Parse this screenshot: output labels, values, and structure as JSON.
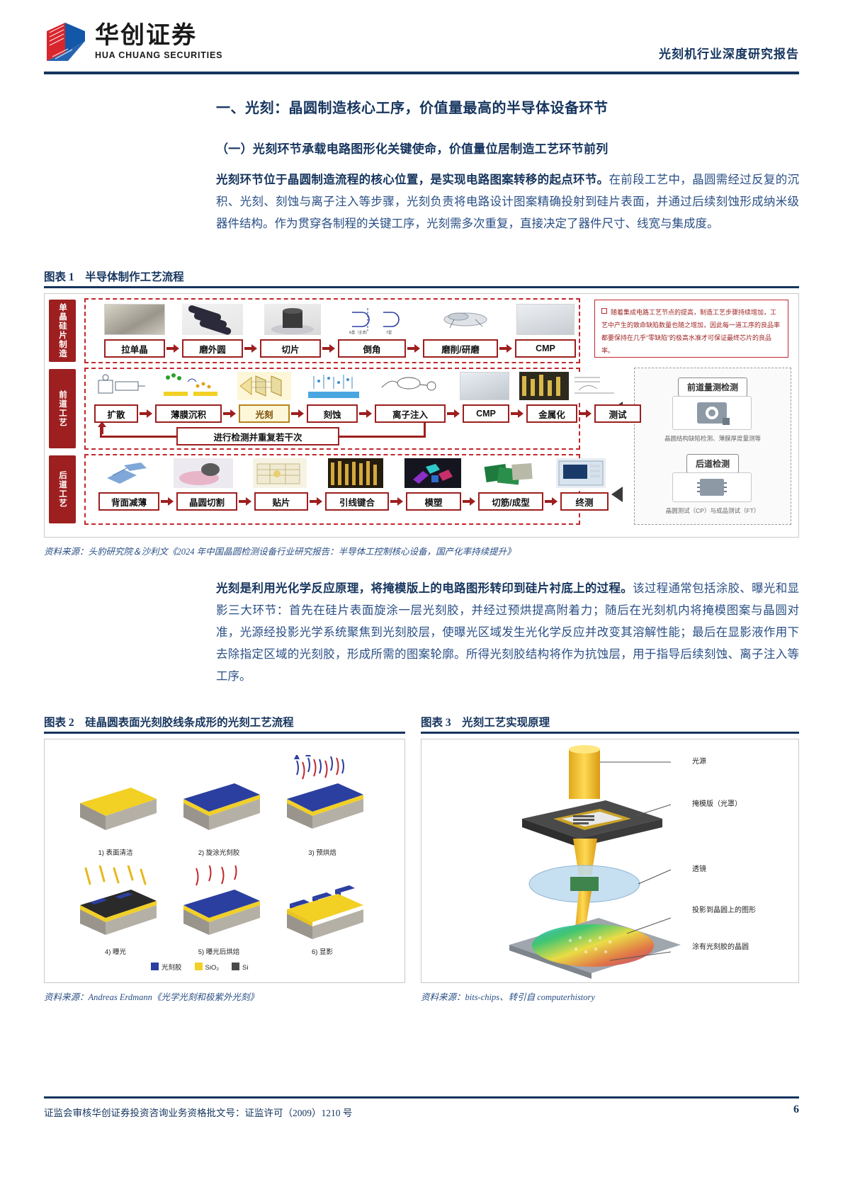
{
  "header": {
    "logo_cn": "华创证券",
    "logo_en": "HUA CHUANG SECURITIES",
    "report_title": "光刻机行业深度研究报告"
  },
  "content": {
    "heading1": "一、光刻：晶圆制造核心工序，价值量最高的半导体设备环节",
    "heading2": "（一）光刻环节承载电路图形化关键使命，价值量位居制造工艺环节前列",
    "paragraph1_bold": "光刻环节位于晶圆制造流程的核心位置，是实现电路图案转移的起点环节。",
    "paragraph1_rest": "在前段工艺中，晶圆需经过反复的沉积、光刻、刻蚀与离子注入等步骤，光刻负责将电路设计图案精确投射到硅片表面，并通过后续刻蚀形成纳米级器件结构。作为贯穿各制程的关键工序，光刻需多次重复，直接决定了器件尺寸、线宽与集成度。",
    "paragraph2_bold": "光刻是利用光化学反应原理，将掩模版上的电路图形转印到硅片衬底上的过程。",
    "paragraph2_rest": "该过程通常包括涂胶、曝光和显影三大环节：首先在硅片表面旋涂一层光刻胶，并经过预烘提高附着力；随后在光刻机内将掩模图案与晶圆对准，光源经投影光学系统聚焦到光刻胶层，使曝光区域发生光化学反应并改变其溶解性能；最后在显影液作用下去除指定区域的光刻胶，形成所需的图案轮廓。所得光刻胶结构将作为抗蚀层，用于指导后续刻蚀、离子注入等工序。"
  },
  "figure1": {
    "caption_no": "图表 1",
    "caption_title": "半导体制作工艺流程",
    "source": "资料来源：头豹研究院＆沙利文《2024 年中国晶圆检测设备行业研究报告：半导体工控制核心设备，国产化率持续提升》",
    "rows": [
      {
        "stage": "单晶硅片制造",
        "steps": [
          "拉单晶",
          "磨外圆",
          "切片",
          "倒角",
          "磨削/研磨",
          "CMP"
        ]
      },
      {
        "stage": "前道工艺",
        "steps": [
          "扩散",
          "薄膜沉积",
          "光刻",
          "刻蚀",
          "离子注入",
          "CMP",
          "金属化",
          "测试"
        ],
        "highlight_step": "光刻",
        "loop_label": "进行检测并重复若干次"
      },
      {
        "stage": "后道工艺",
        "steps": [
          "背面减薄",
          "晶圆切割",
          "贴片",
          "引线键合",
          "模塑",
          "切筋/成型",
          "终测"
        ]
      }
    ],
    "note": "随着集成电路工艺节点的提高，制造工艺步骤持续增加，工艺中产生的致命缺陷数量也随之增加，因此每一道工序的良品率都要保持在几乎“零缺陷”的极高水准才可保证最终芯片的良品率。",
    "inspection": [
      {
        "title": "前道量测检测",
        "desc": "晶圆结构缺陷检测、薄膜厚度量测等"
      },
      {
        "title": "后道检测",
        "desc": "晶圆测试（CP）与成品测试（FT）"
      }
    ]
  },
  "figure2": {
    "caption_no": "图表 2",
    "caption_title": "硅晶圆表面光刻胶线条成形的光刻工艺流程",
    "source": "资料来源：Andreas Erdmann《光学光刻和极紫外光刻》",
    "steps": [
      "1) 表面清洁",
      "2) 旋涂光刻胶",
      "3) 预烘焙",
      "4) 曝光",
      "5) 曝光后烘焙",
      "6) 显影"
    ],
    "legend": [
      {
        "label": "光刻胶",
        "color": "#2b3fa0"
      },
      {
        "label": "SiO₂",
        "color": "#f2d024"
      },
      {
        "label": "Si",
        "color": "#4a4a4a"
      }
    ]
  },
  "figure3": {
    "caption_no": "图表 3",
    "caption_title": "光刻工艺实现原理",
    "source": "资料来源：bits-chips、转引自 computerhistory",
    "labels": [
      "光源",
      "掩模版（光罩）",
      "透镜",
      "投影到晶圆上的图形",
      "涂有光刻胶的晶圆"
    ]
  },
  "footer": {
    "disclaimer": "证监会审核华创证券投资咨询业务资格批文号：证监许可（2009）1210 号",
    "page_number": "6"
  },
  "colors": {
    "brand_navy": "#16355e",
    "brand_red": "#c0272d",
    "body_blue": "#2a4f86"
  }
}
